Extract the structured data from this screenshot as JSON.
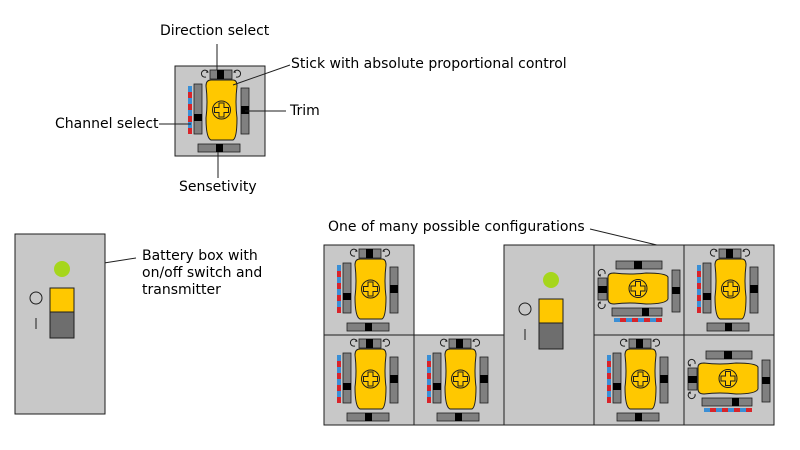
{
  "labels": {
    "direction_select": "Direction select",
    "stick": "Stick with absolute proportional control",
    "channel_select": "Channel select",
    "trim": "Trim",
    "sensetivity": "Sensetivity",
    "battery_box": "Battery box with\non/off switch and\ntransmitter",
    "configurations": "One of many possible configurations"
  },
  "colors": {
    "panel": "#c8c8c8",
    "border": "#1e1e1e",
    "stick_yellow": "#ffc800",
    "led_green": "#a6d61c",
    "red": "#d8242a",
    "blue": "#3a8fd6",
    "slider_gray": "#808080",
    "knob": "#000000",
    "off_block": "#6e6e6e"
  },
  "icons": [
    "circular-arrow-icon",
    "cross-icon",
    "power-on-circle-icon",
    "power-off-bar-icon"
  ]
}
